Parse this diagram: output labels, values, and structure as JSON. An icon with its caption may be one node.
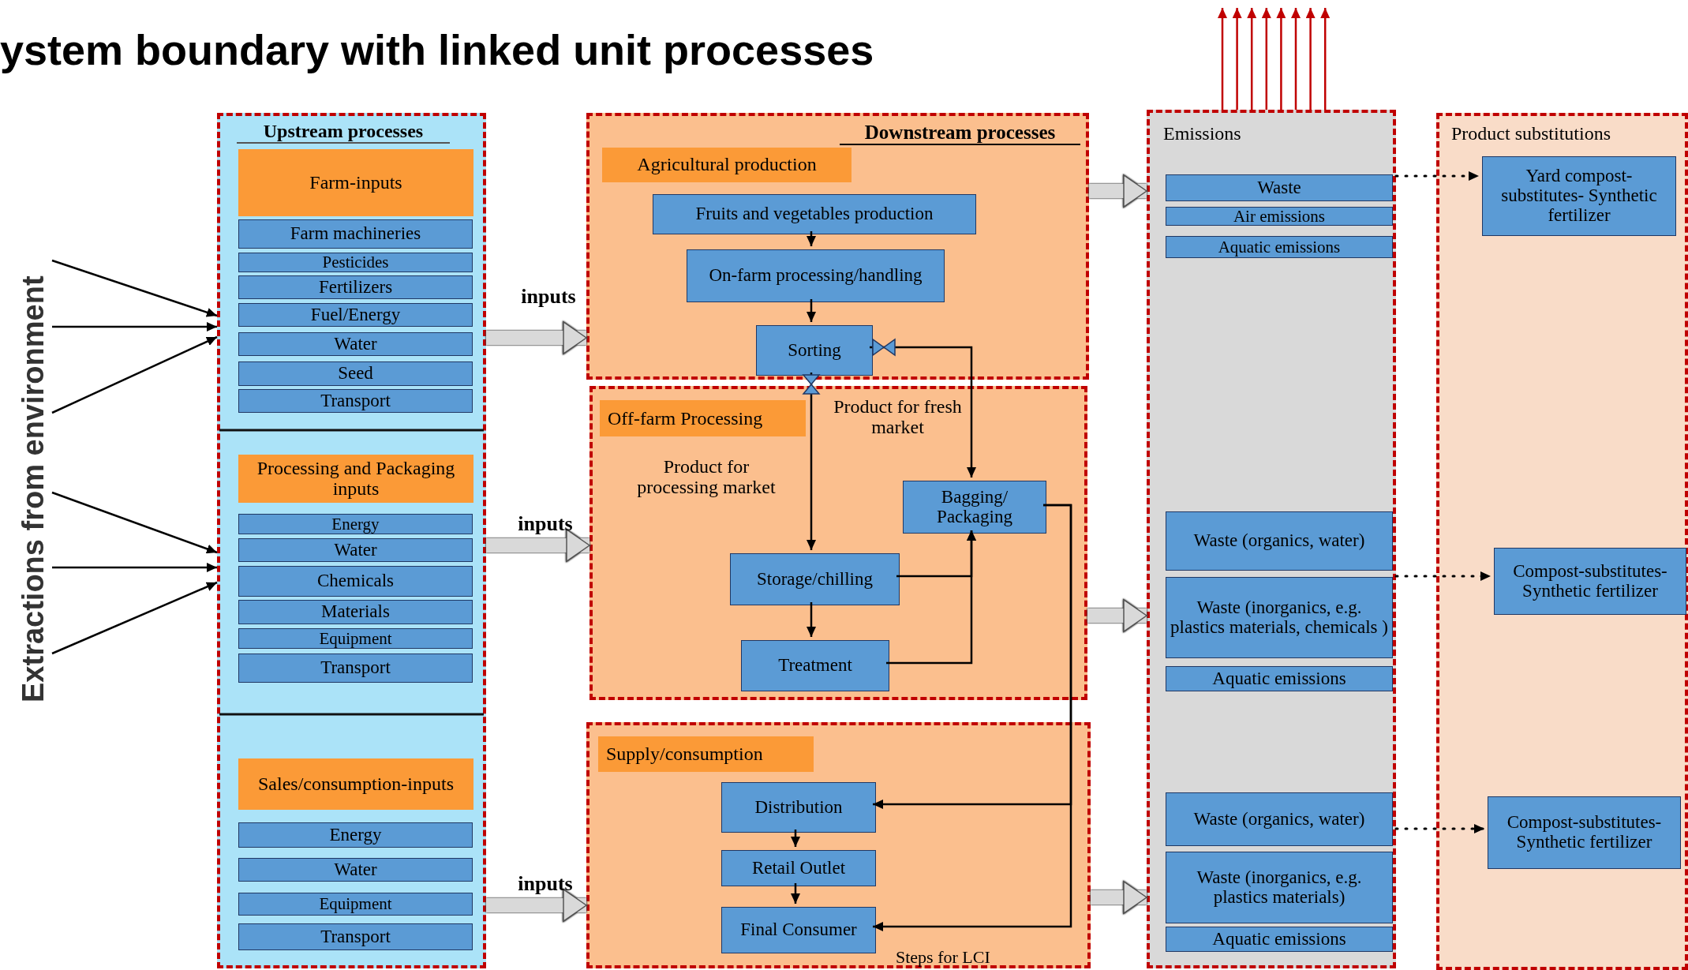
{
  "diagram": {
    "title": "ystem boundary with linked unit processes",
    "nodes": [
      {
        "text": [
          "Extractions from environment"
        ]
      },
      {
        "text": [
          "Upstream processes"
        ]
      },
      {
        "text": [
          "Farm-inputs"
        ],
        "in": 1
      },
      {
        "text": [
          "Farm machineries"
        ],
        "in": 1
      },
      {
        "text": [
          "Pesticides"
        ],
        "in": 1
      },
      {
        "text": [
          "Fertilizers"
        ],
        "in": 1
      },
      {
        "text": [
          "Fuel/Energy"
        ],
        "in": 1
      },
      {
        "text": [
          "Water"
        ],
        "in": 1
      },
      {
        "text": [
          "Seed"
        ],
        "in": 1
      },
      {
        "text": [
          "Transport"
        ],
        "in": 1
      },
      {
        "text": [
          "Processing and Packaging inputs"
        ],
        "in": 1
      },
      {
        "text": [
          "Energy"
        ],
        "in": 1
      },
      {
        "text": [
          "Water"
        ],
        "in": 1
      },
      {
        "text": [
          "Chemicals"
        ],
        "in": 1
      },
      {
        "text": [
          "Materials"
        ],
        "in": 1
      },
      {
        "text": [
          "Equipment"
        ],
        "in": 1
      },
      {
        "text": [
          "Transport"
        ],
        "in": 1
      },
      {
        "text": [
          "Sales/consumption-inputs"
        ],
        "in": 1
      },
      {
        "text": [
          "Energy"
        ],
        "in": 1
      },
      {
        "text": [
          "Water"
        ],
        "in": 1
      },
      {
        "text": [
          "Equipment"
        ],
        "in": 1
      },
      {
        "text": [
          "Transport"
        ],
        "in": 1
      },
      {
        "text": [
          "Downstream processes"
        ]
      },
      {
        "text": [
          "Agricultural production"
        ],
        "in": 22
      },
      {
        "text": [
          "Fruits and vegetables production"
        ],
        "in": 22
      },
      {
        "text": [
          "On-farm processing/handling"
        ],
        "in": 22
      },
      {
        "text": [
          "Sorting"
        ],
        "in": 22
      },
      {
        "text": [
          "Off-farm Processing"
        ]
      },
      {
        "text": [
          "Bagging/ Packaging"
        ],
        "in": 27
      },
      {
        "text": [
          "Storage/chilling"
        ],
        "in": 27
      },
      {
        "text": [
          "Treatment"
        ],
        "in": 27
      },
      {
        "text": [
          "Supply/consumption"
        ]
      },
      {
        "text": [
          "Distribution"
        ],
        "in": 31
      },
      {
        "text": [
          "Retail Outlet"
        ],
        "in": 31
      },
      {
        "text": [
          "Final Consumer"
        ],
        "in": 31
      },
      {
        "text": [
          "Emissions"
        ]
      },
      {
        "text": [
          "Waste"
        ],
        "in": 35
      },
      {
        "text": [
          "Air emissions"
        ],
        "in": 35
      },
      {
        "text": [
          "Aquatic emissions"
        ],
        "in": 35
      },
      {
        "text": [
          "Waste (organics, water)"
        ],
        "in": 35
      },
      {
        "text": [
          "Waste (inorganics, e.g. plastics materials, chemicals )"
        ],
        "in": 35
      },
      {
        "text": [
          "Aquatic emissions"
        ],
        "in": 35
      },
      {
        "text": [
          "Waste (organics, water)"
        ],
        "in": 35
      },
      {
        "text": [
          "Waste (inorganics, e.g. plastics materials)"
        ],
        "in": 35
      },
      {
        "text": [
          "Aquatic emissions"
        ],
        "in": 35
      },
      {
        "text": [
          "Product substitutions"
        ]
      },
      {
        "text": [
          "Yard compost- substitutes- Synthetic fertilizer"
        ],
        "in": 45
      },
      {
        "text": [
          "Compost-substitutes- Synthetic fertilizer"
        ],
        "in": 45
      },
      {
        "text": [
          "Compost-substitutes- Synthetic fertilizer"
        ],
        "in": 45
      }
    ],
    "edges": [
      {
        "from": 0,
        "to": 1,
        "arrow": "to"
      },
      {
        "from": 0,
        "to": 1,
        "arrow": "to"
      },
      {
        "from": 0,
        "to": 1,
        "arrow": "to"
      },
      {
        "from": 0,
        "to": 1,
        "arrow": "to"
      },
      {
        "from": 0,
        "to": 1,
        "arrow": "to"
      },
      {
        "from": 0,
        "to": 1,
        "arrow": "to"
      },
      {
        "from": 1,
        "to": 22,
        "arrow": "to",
        "label": "inputs",
        "style": "thick",
        "color": "#d9d9d9"
      },
      {
        "from": 1,
        "to": 27,
        "arrow": "to",
        "label": "inputs",
        "style": "thick",
        "color": "#d9d9d9"
      },
      {
        "from": 1,
        "to": 31,
        "arrow": "to",
        "label": "inputs",
        "style": "thick",
        "color": "#d9d9d9"
      },
      {
        "from": 24,
        "to": 25,
        "arrow": "to"
      },
      {
        "from": 25,
        "to": 26,
        "arrow": "to"
      },
      {
        "from": 26,
        "to": 29,
        "arrow": "to",
        "label": "Product for processing market"
      },
      {
        "from": 26,
        "to": 28,
        "arrow": "to",
        "label": "Product for fresh market"
      },
      {
        "from": 29,
        "to": 28,
        "arrow": "to"
      },
      {
        "from": 29,
        "to": 30,
        "arrow": "to"
      },
      {
        "from": 30,
        "to": 28,
        "arrow": "to"
      },
      {
        "from": 28,
        "to": 32,
        "arrow": "to"
      },
      {
        "from": 28,
        "to": 34,
        "arrow": "to"
      },
      {
        "from": 32,
        "to": 33,
        "arrow": "to"
      },
      {
        "from": 33,
        "to": 34,
        "arrow": "to"
      },
      {
        "from": 22,
        "to": 35,
        "arrow": "to",
        "style": "thick",
        "color": "#d9d9d9"
      },
      {
        "from": 27,
        "to": 35,
        "arrow": "to",
        "style": "thick",
        "color": "#d9d9d9"
      },
      {
        "from": 31,
        "to": 35,
        "arrow": "to",
        "style": "thick",
        "color": "#d9d9d9"
      },
      {
        "from": 35,
        "to": 46,
        "arrow": "to",
        "style": "dashed"
      },
      {
        "from": 35,
        "to": 47,
        "arrow": "to",
        "style": "dashed"
      },
      {
        "from": 35,
        "to": 48,
        "arrow": "to",
        "style": "dashed"
      },
      {
        "from": 35,
        "to": null,
        "arrow": "to",
        "color": "#c00000"
      },
      {
        "from": 35,
        "to": null,
        "arrow": "to",
        "color": "#c00000"
      },
      {
        "from": 35,
        "to": null,
        "arrow": "to",
        "color": "#c00000"
      },
      {
        "from": 35,
        "to": null,
        "arrow": "to",
        "color": "#c00000"
      },
      {
        "from": 35,
        "to": null,
        "arrow": "to",
        "color": "#c00000"
      },
      {
        "from": 35,
        "to": null,
        "arrow": "to",
        "color": "#c00000"
      },
      {
        "from": 35,
        "to": null,
        "arrow": "to",
        "color": "#c00000"
      },
      {
        "from": 35,
        "to": null,
        "arrow": "to",
        "color": "#c00000"
      }
    ],
    "labels": [
      "Steps for LCI"
    ]
  }
}
